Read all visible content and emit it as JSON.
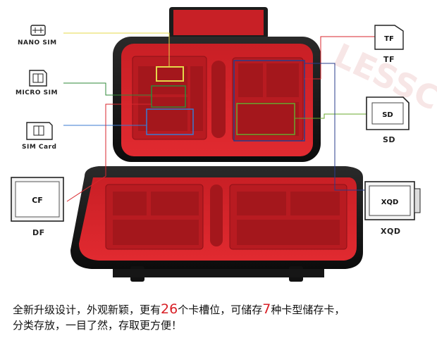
{
  "left_labels": [
    {
      "id": "nano",
      "text": "NANO SIM",
      "icon": "nano-sim-icon",
      "line_color": "#e5d84a"
    },
    {
      "id": "micro",
      "text": "MICRO SIM",
      "icon": "micro-sim-icon",
      "line_color": "#2f8a3a"
    },
    {
      "id": "sim",
      "text": "SIM Card",
      "icon": "sim-card-icon",
      "line_color": "#3a7ad0"
    },
    {
      "id": "cf",
      "text": "DF",
      "icon_text": "CF",
      "icon": "cf-card-icon",
      "line_color": "#d8262c"
    }
  ],
  "right_labels": [
    {
      "id": "tf",
      "text": "TF",
      "icon_text": "TF",
      "icon": "tf-card-icon",
      "line_color": "#d8262c"
    },
    {
      "id": "sd",
      "text": "SD",
      "icon_text": "SD",
      "icon": "sd-card-icon",
      "line_color": "#6aa82e"
    },
    {
      "id": "xqd",
      "text": "XQD",
      "icon_text": "XQD",
      "icon": "xqd-card-icon",
      "line_color": "#283c8c"
    }
  ],
  "colors": {
    "case_red": "#d8262c",
    "case_dark": "#7a0f12",
    "shell": "#1a1a1a",
    "accent": "#d81f26"
  },
  "caption": {
    "part1": "全新升级设计，外观新颖，更有",
    "slots": "26",
    "part2": "个卡槽位，可储存",
    "types": "7",
    "part3": "种卡型储存卡，",
    "line2": "分类存放，一目了然，存取更方便！"
  },
  "watermark": "LESSCO"
}
